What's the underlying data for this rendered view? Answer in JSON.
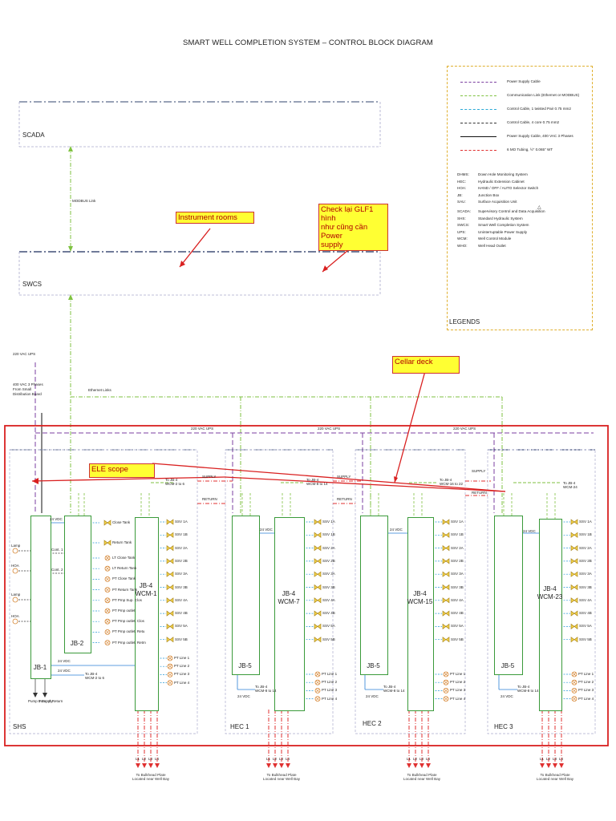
{
  "title": "SMART WELL COMPLETION SYSTEM – CONTROL BLOCK DIAGRAM",
  "scada_label": "SCADA",
  "swcs_label": "SWCS",
  "modbus_link": "MODBUS Link",
  "ethernet_links": "Ethernet Links",
  "ups_220_left": "220 VAC UPS",
  "power_400": [
    "400 VAC 3 Phases",
    "From Small",
    "Distribution Board"
  ],
  "ups_220": "220 VAC UPS",
  "notes": {
    "instrument_rooms": "Instrument rooms",
    "check_glf1": [
      "Check lại GLF1 hình",
      "như cũng cần Power",
      "supply"
    ],
    "cellar_deck": "Cellar deck",
    "ele_scope": "ELE scope"
  },
  "legend": {
    "title": "LEGENDS",
    "lines": [
      {
        "text": "Power Supply Cable",
        "color": "#7b3fa0",
        "style": "dashed"
      },
      {
        "text": "Communication Link (Ethernet or MODBUS)",
        "color": "#7fc241",
        "style": "dashdot"
      },
      {
        "text": "Control Cable, 1 twisted Pair 0.75 mm2",
        "color": "#2aa9d6",
        "style": "dashed"
      },
      {
        "text": "Control Cable, 4 core 0.75 mm2",
        "color": "#333333",
        "style": "dashed"
      },
      {
        "text": "Power Supply Cable, 400 VAC 3 Phases",
        "color": "#111111",
        "style": "solid"
      },
      {
        "text": "6 MO Tubing, ½\" 0.065\" WT",
        "color": "#e03030",
        "style": "dashdot"
      }
    ],
    "abbreviations": [
      {
        "key": "DHMS:",
        "value": "Down Hole Monitoring System"
      },
      {
        "key": "HEC:",
        "value": "Hydraulic Extension Cabinet"
      },
      {
        "key": "HOA:",
        "value": "HAND / OFF / AUTO Selector Switch"
      },
      {
        "key": "JB:",
        "value": "Junction Box"
      },
      {
        "key": "SAU:",
        "value": "Surface Acquisition Unit"
      },
      {
        "key": "SCADA:",
        "value": "Supervisory Control and Data Acquisition"
      },
      {
        "key": "SHS:",
        "value": "Standard Hydraulic System"
      },
      {
        "key": "SWCS:",
        "value": "Smart Well Completion System"
      },
      {
        "key": "UPS:",
        "value": "Uninterruptable Power Supply"
      },
      {
        "key": "WCM:",
        "value": "Well Control Module"
      },
      {
        "key": "WHO:",
        "value": "Well Head Outlet"
      }
    ]
  },
  "sections": [
    {
      "name": "SHS"
    },
    {
      "name": "HEC 1"
    },
    {
      "name": "HEC 2"
    },
    {
      "name": "HEC 3"
    }
  ],
  "jb": {
    "jb1": "JB-1",
    "jb2": "JB-2",
    "jb5": "JB-5",
    "wcm1": [
      "JB-4",
      "WCM-1"
    ],
    "wcm7": [
      "JB-4",
      "WCM-7"
    ],
    "wcm15": [
      "JB-4",
      "WCM-15"
    ],
    "wcm23": [
      "JB-4",
      "WCM-23"
    ]
  },
  "vdc24": "24 VDC",
  "supply": "SUPPLY",
  "return": "RETURN",
  "to_jb4": {
    "a": [
      "To JB-4",
      "WCM-2 to 6"
    ],
    "b": [
      "To JB-4",
      "WCM-8 to 14"
    ],
    "c": [
      "To JB-4",
      "WCM-16 to 22"
    ],
    "d": [
      "To JB-4",
      "WCM-24"
    ],
    "e": [
      "To JB-4",
      "WCM-2 to 6"
    ],
    "f": [
      "To JB-4",
      "WCM-8 to 14"
    ],
    "g": [
      "To JB-4",
      "WCM-8 to 14"
    ],
    "h": [
      "To JB-4",
      "WCM-8 to 14"
    ]
  },
  "shs_left": [
    "Lamp",
    "HOA",
    "Lamp",
    "HOA"
  ],
  "shs_cont": [
    "Cont. 1",
    "Cont. 2"
  ],
  "shs_pumps": [
    "Pump 1 Supply",
    "Pump 2 Return"
  ],
  "jb2_tags": [
    "Close Tank",
    "Return Tank",
    "LT Close Tank",
    "LT Return Tank",
    "PT Close Tank",
    "PT Return Tank",
    "PT Pmp Sup. Clos",
    "PT Pmp outlet",
    "PT Pmp outlet. Clos",
    "PT Pmp outlet. Retu",
    "PT Pmp outlet. Retrn"
  ],
  "valve_tags": [
    "SSV 1A",
    "SSV 1B",
    "SSV 2A",
    "SSV 2B",
    "SSV 3A",
    "SSV 3B",
    "SSV 4A",
    "SSV 4B",
    "SSV 5A",
    "SSV 5B"
  ],
  "pt_tags": [
    "PT Line 1",
    "PT Line 2",
    "PT Line 3",
    "PT Line 4"
  ],
  "lines": [
    "L1",
    "L2",
    "L3",
    "L4"
  ],
  "bottom_caption": [
    "To Bulkhead Plate",
    "Located near Well Bay"
  ]
}
